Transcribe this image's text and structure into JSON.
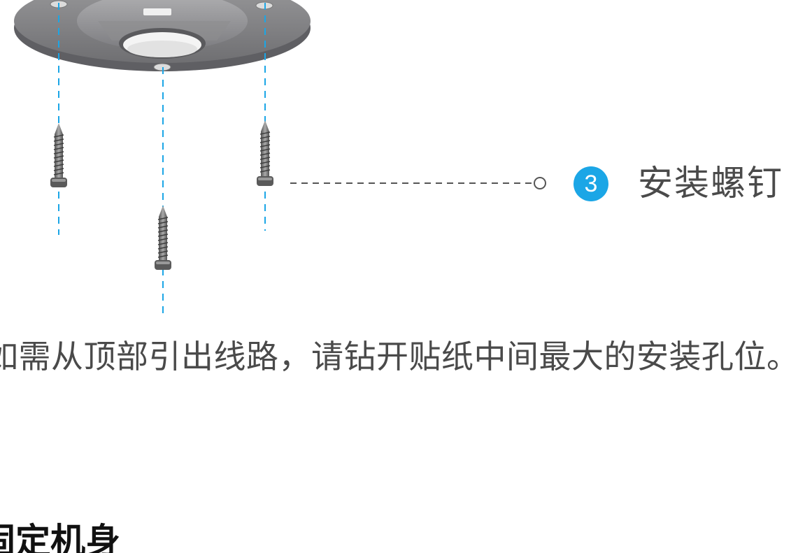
{
  "step": {
    "number": "3",
    "label": "安装螺钉"
  },
  "note": {
    "text": "如需从顶部引出线路，请钻开贴纸中间最大的安装孔位。"
  },
  "section": {
    "heading": "固定机身"
  },
  "colors": {
    "accent": "#1ba6e6",
    "guide_line": "#1ba6e6",
    "mount_plate": "#8a8a8c",
    "screw": "#777777",
    "text": "#4a4a4a"
  }
}
